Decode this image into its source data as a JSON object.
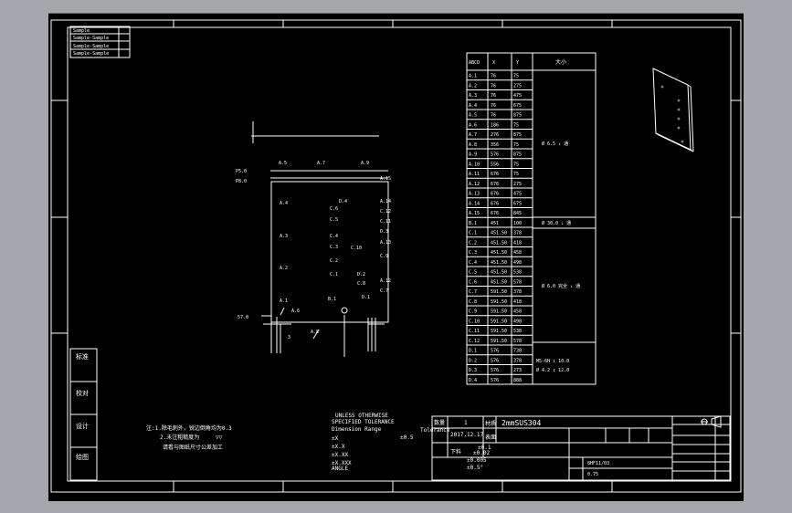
{
  "colors": {
    "app_background": "#a4a8ad",
    "canvas": "#000000",
    "ink": "#ffffff"
  },
  "drawing": {
    "dim_labels": {
      "top_a": "A.5",
      "top_b": "A.7",
      "top_c": "A.9",
      "left_a": "A.4",
      "left_b": "A.3",
      "left_c": "A.2",
      "left_d": "A.1",
      "left_e": "A.6",
      "bottom": "A.8",
      "row_p1": "P5.0",
      "row_p2": "P8.0",
      "corner": "57.0",
      "small_n": "3",
      "r1": "A.15",
      "r2": "A.14",
      "r3": "C.12",
      "r4": "C.11",
      "r5": "D.3",
      "r6": "A.13",
      "r7": "C.9",
      "r8": "C.10",
      "r9": "A.12",
      "r10": "C.7",
      "m1": "D.4",
      "m2": "C.6",
      "m3": "C.5",
      "m4": "C.4",
      "m5": "C.3",
      "m6": "C.2",
      "m7": "C.1",
      "m8": "B.1",
      "m9": "D.2",
      "m10": "D.1",
      "m11": "C.8"
    }
  },
  "hole_table": {
    "header": [
      "ABCD",
      "X",
      "Y",
      "大小"
    ],
    "rows": [
      [
        "A.1",
        "76",
        "75"
      ],
      [
        "A.2",
        "76",
        "275"
      ],
      [
        "A.3",
        "76",
        "475"
      ],
      [
        "A.4",
        "76",
        "675"
      ],
      [
        "A.5",
        "76",
        "875"
      ],
      [
        "A.6",
        "186",
        "75"
      ],
      [
        "A.7",
        "276",
        "875"
      ],
      [
        "A.8",
        "356",
        "75"
      ],
      [
        "A.9",
        "576",
        "875"
      ],
      [
        "A.10",
        "556",
        "75"
      ],
      [
        "A.11",
        "676",
        "75"
      ],
      [
        "A.12",
        "676",
        "275"
      ],
      [
        "A.13",
        "676",
        "475"
      ],
      [
        "A.14",
        "676",
        "675"
      ],
      [
        "A.15",
        "676",
        "845"
      ],
      [
        "B.1",
        "451",
        "100"
      ],
      [
        "C.1",
        "451.50",
        "378"
      ],
      [
        "C.2",
        "451.50",
        "418"
      ],
      [
        "C.3",
        "451.50",
        "458"
      ],
      [
        "C.4",
        "451.50",
        "498"
      ],
      [
        "C.5",
        "451.50",
        "538"
      ],
      [
        "C.6",
        "451.50",
        "578"
      ],
      [
        "C.7",
        "591.50",
        "378"
      ],
      [
        "C.8",
        "591.50",
        "418"
      ],
      [
        "C.9",
        "591.50",
        "458"
      ],
      [
        "C.10",
        "591.50",
        "498"
      ],
      [
        "C.11",
        "591.50",
        "538"
      ],
      [
        "C.12",
        "591.50",
        "578"
      ],
      [
        "D.1",
        "576",
        "738"
      ],
      [
        "D.2",
        "576",
        "378"
      ],
      [
        "D.3",
        "576",
        "273"
      ],
      [
        "D.4",
        "576",
        "888"
      ]
    ],
    "size_labels": [
      "Ø 6.5 ↓ 通",
      "Ø 30.0 ↓ 通",
      "Ø 6.0 完全 ↓ 通",
      "M5-6H ↧ 10.0",
      "Ø 4.2 ↧ 12.0"
    ]
  },
  "notes": {
    "line1": "注:1.除毛刺外，锐边倒角均为0.3",
    "line2": "2.未注粗糙度为",
    "line2_symbol": "▽▽",
    "line3": "请看与图纸尺寸公差加工"
  },
  "tolerance": {
    "lines": [
      "UNLESS OTHERWISE",
      "SPECIFIED TOLERANCE",
      "Dimension Range",
      "±X",
      "±X.X",
      "±X.XX",
      "±X.XXX",
      "ANGLE"
    ],
    "label": "Tolerance",
    "values": [
      "±0.5",
      "±0.1",
      "±0.02",
      "±0.005",
      "±0.5°"
    ]
  },
  "title_block": {
    "quantity_label": "数量",
    "quantity": "1",
    "material_label": "材质",
    "material": "2mmSUS304",
    "date": "2017.12.17",
    "process_label": "表面",
    "process2_label": "下料",
    "ratio": "0.75",
    "drawing_no": "8HF11/03"
  },
  "stamps": {
    "s1": "标准",
    "s2": "校对",
    "s3": "设计",
    "s4": "绘图"
  },
  "legend_rows": [
    "Sample",
    "Sample-Sample",
    "Sample-Sample",
    "Sample-Sample"
  ]
}
